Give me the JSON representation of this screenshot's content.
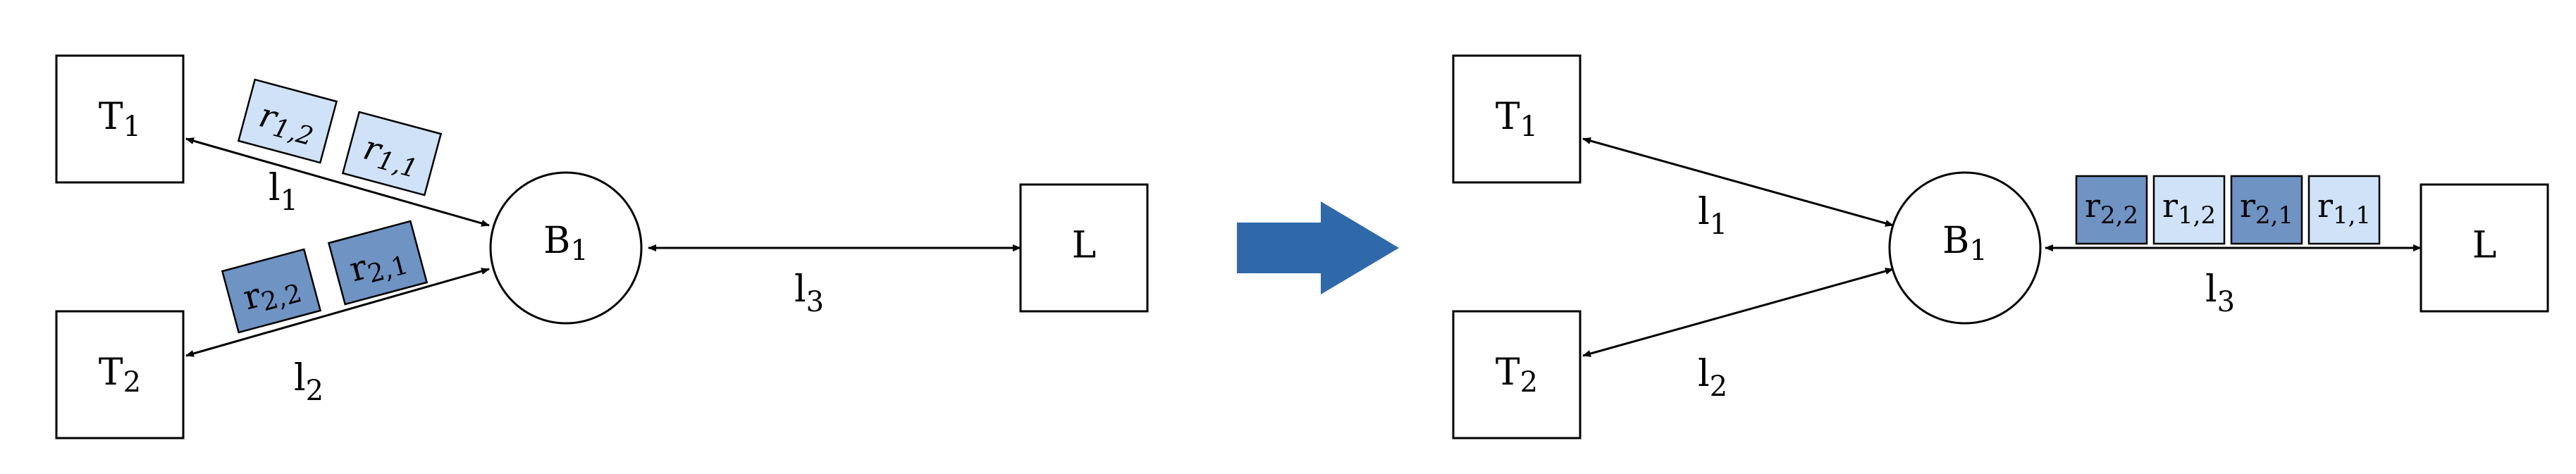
{
  "diagram": {
    "nodes": {
      "t1": {
        "main": "T",
        "sub": "1"
      },
      "t2": {
        "main": "T",
        "sub": "2"
      },
      "b1": {
        "main": "B",
        "sub": "1"
      },
      "l": {
        "main": "L"
      }
    },
    "links": {
      "l1": {
        "main": "l",
        "sub": "1"
      },
      "l2": {
        "main": "l",
        "sub": "2"
      },
      "l3": {
        "main": "l",
        "sub": "3"
      }
    },
    "requests": {
      "r12": {
        "main": "r",
        "sub": "1,2"
      },
      "r11": {
        "main": "r",
        "sub": "1,1"
      },
      "r22": {
        "main": "r",
        "sub": "2,2"
      },
      "r21": {
        "main": "r",
        "sub": "2,1"
      }
    },
    "colors": {
      "light_packet": "#cfe2f7",
      "dark_packet": "#6f93c3",
      "transition_arrow": "#2f69aa"
    }
  }
}
